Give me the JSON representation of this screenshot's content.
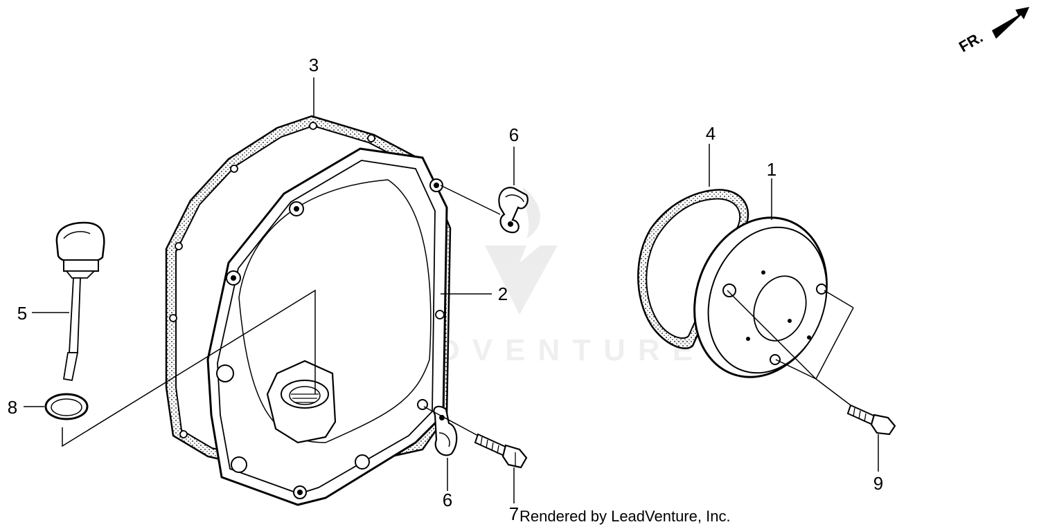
{
  "diagram": {
    "callouts": [
      {
        "id": "c1",
        "label": "1"
      },
      {
        "id": "c2",
        "label": "2"
      },
      {
        "id": "c3",
        "label": "3"
      },
      {
        "id": "c4",
        "label": "4"
      },
      {
        "id": "c5",
        "label": "5"
      },
      {
        "id": "c6a",
        "label": "6"
      },
      {
        "id": "c6b",
        "label": "6"
      },
      {
        "id": "c7",
        "label": "7"
      },
      {
        "id": "c8",
        "label": "8"
      },
      {
        "id": "c9",
        "label": "9"
      }
    ],
    "direction_marker": "FR.",
    "credit": "Rendered by LeadVenture, Inc.",
    "watermark": "LEADVENTURE"
  }
}
